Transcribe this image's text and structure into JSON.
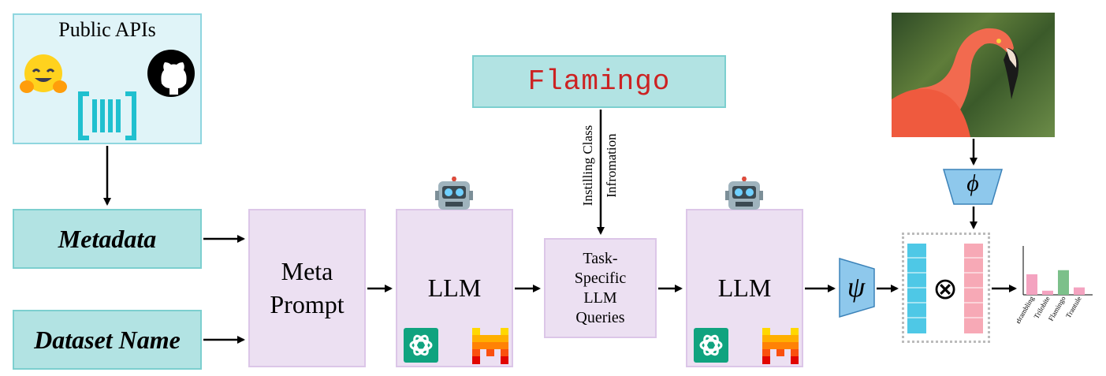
{
  "sources": {
    "public_apis_label": "Public APIs",
    "metadata_label": "Metadata",
    "dataset_name_label": "Dataset Name"
  },
  "class_name": "Flamingo",
  "meta_prompt_label": "Meta\nPrompt",
  "llm_label_1": "LLM",
  "llm_label_2": "LLM",
  "instilling_label_1": "Instilling Class",
  "instilling_label_2": "Infromation",
  "task_queries_label": "Task-\nSpecific\nLLM\nQueries",
  "encoders": {
    "text_symbol": "ψ",
    "image_symbol": "ϕ",
    "product_symbol": "⊗"
  },
  "result_chart": {
    "labels": [
      "Brambling",
      "Trilobite",
      "Flamingo",
      "Trantule"
    ],
    "values": [
      0.75,
      0.15,
      0.9,
      0.27
    ],
    "colors": [
      "#f4a3c0",
      "#f4a3c0",
      "#7cc08a",
      "#f4a3c0"
    ]
  },
  "icons": [
    "hugging-face-icon",
    "github-icon",
    "dataset-logo-icon",
    "robot-icon",
    "openai-icon",
    "mistral-icon",
    "flamingo-photo"
  ]
}
